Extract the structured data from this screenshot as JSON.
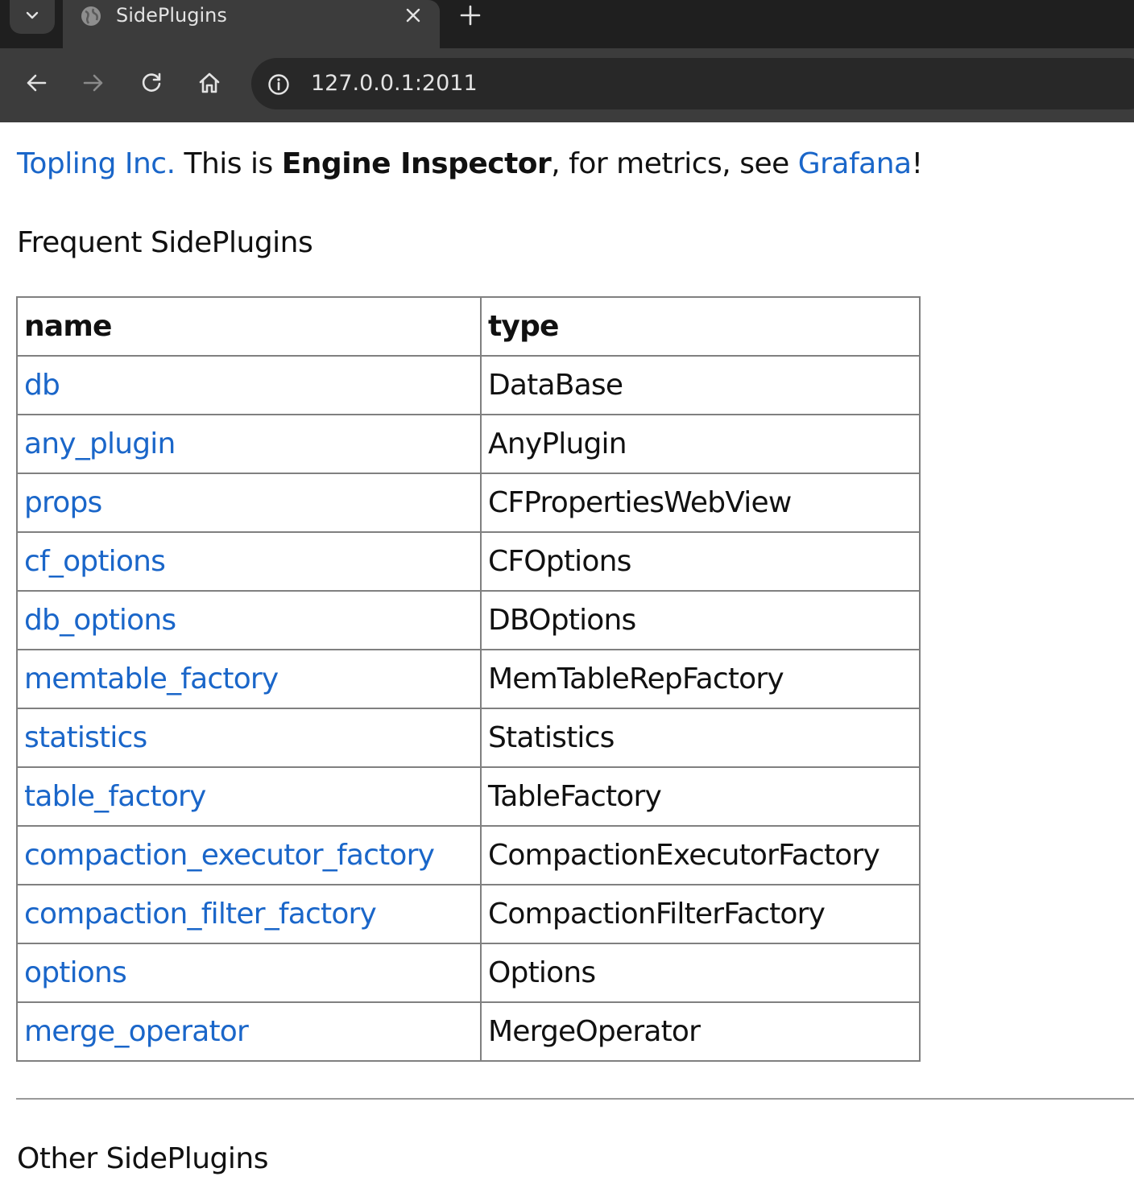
{
  "browser": {
    "tab_title": "SidePlugins",
    "url": "127.0.0.1:2011",
    "icons": {
      "tab_search": "chevron-down-icon",
      "favicon": "globe-icon",
      "tab_close": "close-icon",
      "new_tab": "plus-icon",
      "back": "arrow-left-icon",
      "forward": "arrow-right-icon",
      "reload": "reload-icon",
      "home": "home-icon",
      "site_info": "info-icon"
    }
  },
  "intro": {
    "company_link": "Topling Inc.",
    "text_1": " This is ",
    "product": "Engine Inspector",
    "text_2": ", for metrics, see ",
    "grafana_link": "Grafana",
    "text_3": "!"
  },
  "frequent_title": "Frequent SidePlugins",
  "table": {
    "headers": [
      "name",
      "type"
    ],
    "rows": [
      {
        "name": "db",
        "type": "DataBase"
      },
      {
        "name": "any_plugin",
        "type": "AnyPlugin"
      },
      {
        "name": "props",
        "type": "CFPropertiesWebView"
      },
      {
        "name": "cf_options",
        "type": "CFOptions"
      },
      {
        "name": "db_options",
        "type": "DBOptions"
      },
      {
        "name": "memtable_factory",
        "type": "MemTableRepFactory"
      },
      {
        "name": "statistics",
        "type": "Statistics"
      },
      {
        "name": "table_factory",
        "type": "TableFactory"
      },
      {
        "name": "compaction_executor_factory",
        "type": "CompactionExecutorFactory"
      },
      {
        "name": "compaction_filter_factory",
        "type": "CompactionFilterFactory"
      },
      {
        "name": "options",
        "type": "Options"
      },
      {
        "name": "merge_operator",
        "type": "MergeOperator"
      }
    ]
  },
  "other_title": "Other SidePlugins",
  "colors": {
    "link": "#1a66c9",
    "chrome_dark": "#1f1f1f",
    "chrome_toolbar": "#3c3c3c"
  }
}
